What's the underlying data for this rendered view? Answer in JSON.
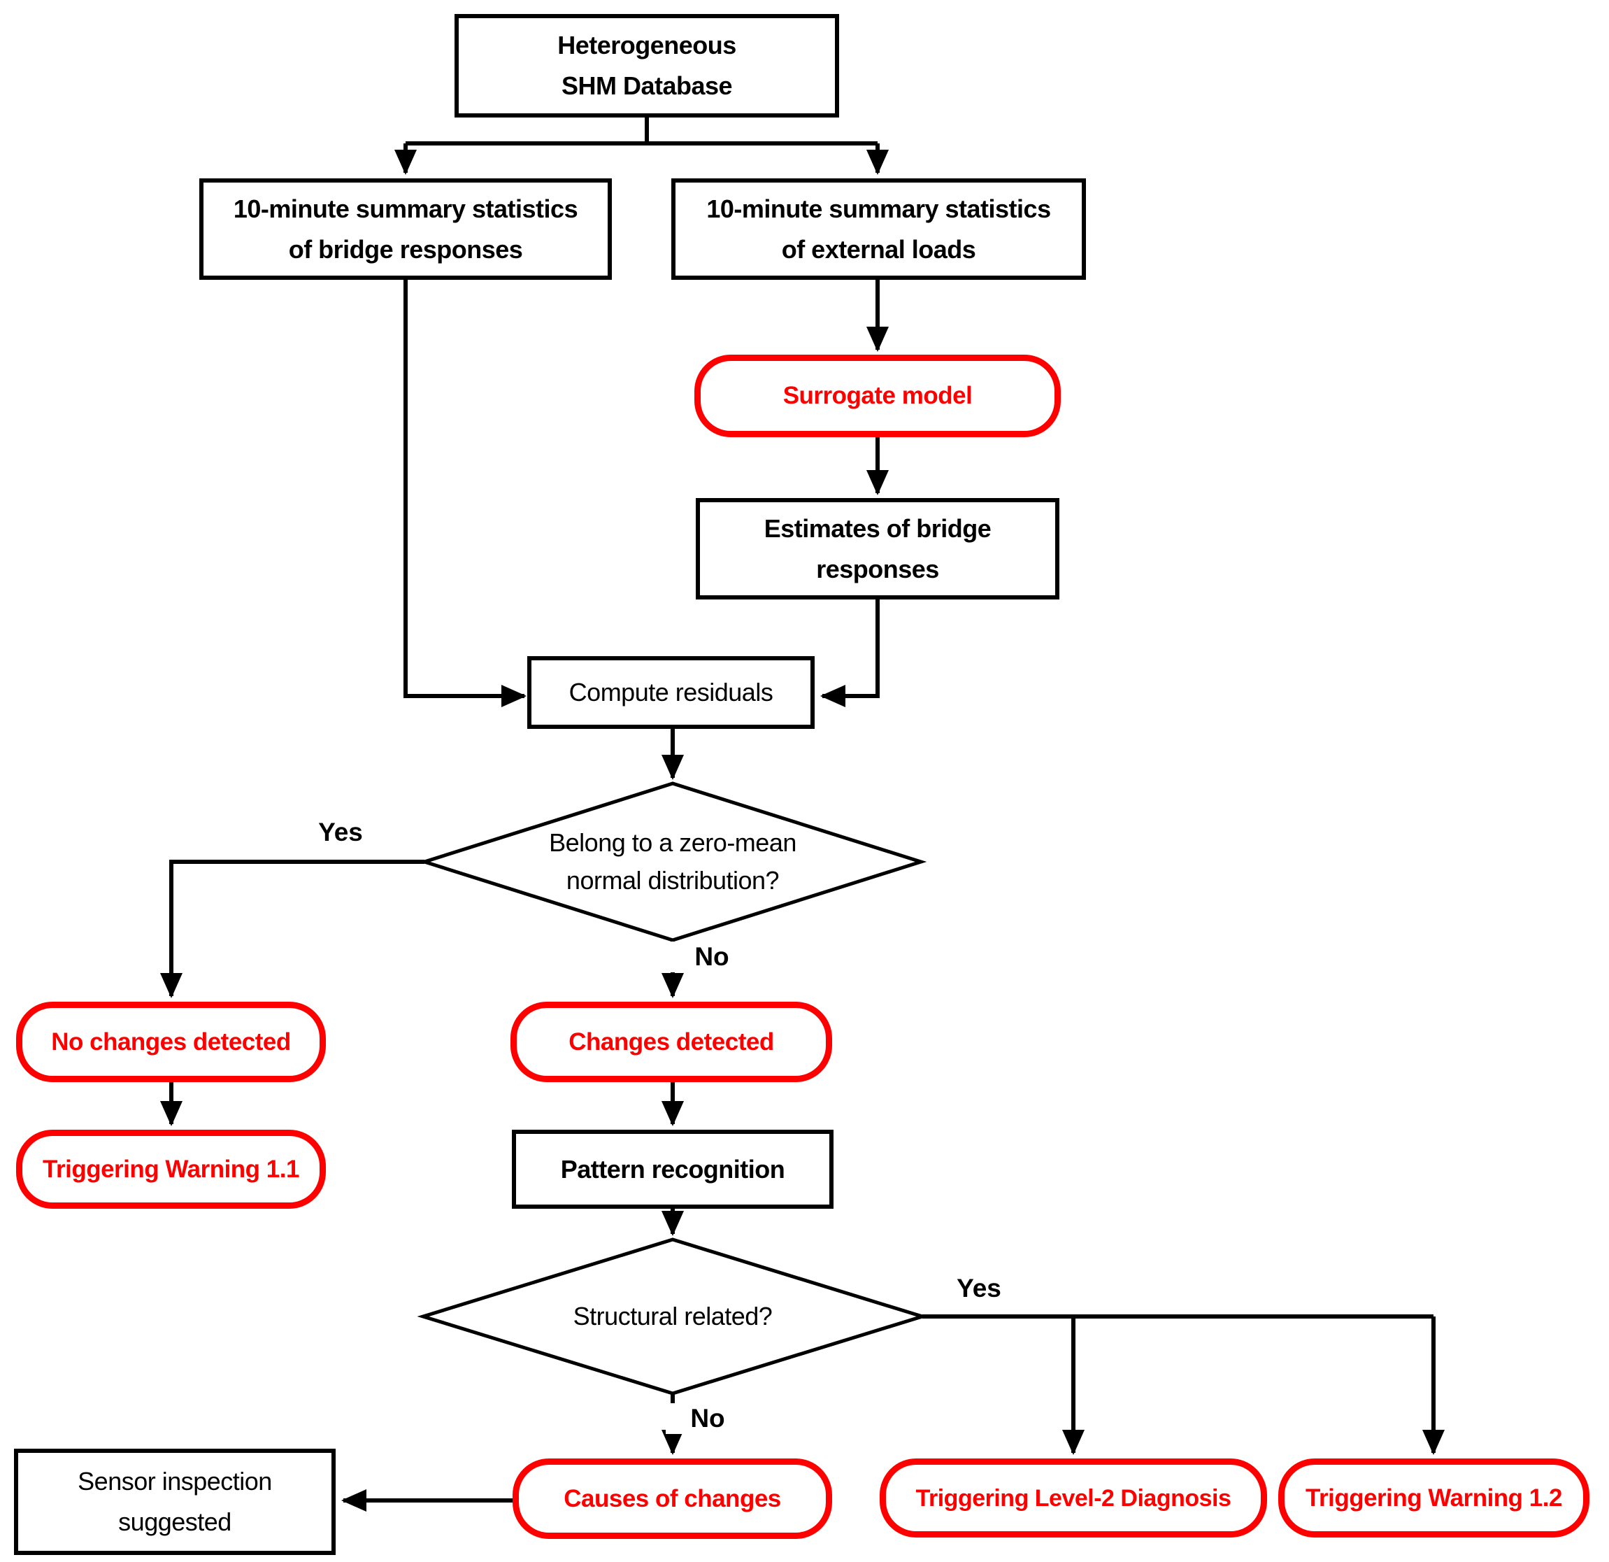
{
  "diagram": {
    "title": "SHM damage detection flowchart",
    "colors": {
      "highlight": "#ff0000",
      "line": "#000000",
      "background": "#ffffff"
    },
    "nodes": {
      "shm_database": {
        "line1": "Heterogeneous",
        "line2": "SHM Database"
      },
      "stats_bridge": {
        "line1": "10-minute summary statistics",
        "line2": "of bridge responses"
      },
      "stats_loads": {
        "line1": "10-minute summary statistics",
        "line2": "of external loads"
      },
      "surrogate_model": {
        "label": "Surrogate model"
      },
      "estimates": {
        "line1": "Estimates of bridge",
        "line2": "responses"
      },
      "compute_residuals": {
        "label": "Compute residuals"
      },
      "decision_zero_mean": {
        "line1": "Belong to a zero-mean",
        "line2": "normal distribution?"
      },
      "no_changes": {
        "label": "No changes detected"
      },
      "warning_1_1": {
        "label": "Triggering Warning 1.1"
      },
      "changes_detected": {
        "label": "Changes detected"
      },
      "pattern_recognition": {
        "label": "Pattern recognition"
      },
      "decision_structural": {
        "label": "Structural related?"
      },
      "sensor_inspection": {
        "line1": "Sensor inspection",
        "line2": "suggested"
      },
      "causes_of_changes": {
        "label": "Causes of changes"
      },
      "level2_diagnosis": {
        "label": "Triggering Level-2 Diagnosis"
      },
      "warning_1_2": {
        "label": "Triggering Warning 1.2"
      }
    },
    "edge_labels": {
      "zero_mean_yes": "Yes",
      "zero_mean_no": "No",
      "structural_yes": "Yes",
      "structural_no": "No"
    }
  }
}
